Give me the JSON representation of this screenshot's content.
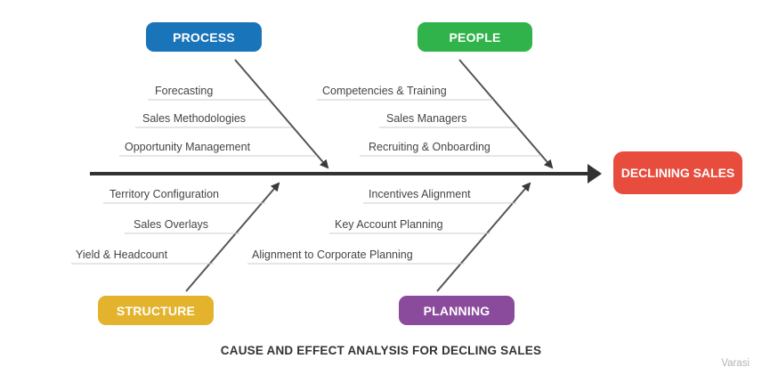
{
  "effect": {
    "label": "DECLINING SALES",
    "color": "#e84c3d"
  },
  "categories": {
    "process": {
      "label": "PROCESS",
      "color": "#1a74b9",
      "causes": [
        "Forecasting",
        "Sales Methodologies",
        "Opportunity Management"
      ]
    },
    "people": {
      "label": "PEOPLE",
      "color": "#2fb34a",
      "causes": [
        "Competencies & Training",
        "Sales Managers",
        "Recruiting & Onboarding"
      ]
    },
    "structure": {
      "label": "STRUCTURE",
      "color": "#e3b32d",
      "causes": [
        "Territory Configuration",
        "Sales Overlays",
        "Yield & Headcount"
      ]
    },
    "planning": {
      "label": "PLANNING",
      "color": "#8b4b9c",
      "causes": [
        "Incentives Alignment",
        "Key Account Planning",
        "Alignment to Corporate Planning"
      ]
    }
  },
  "caption": "CAUSE AND EFFECT ANALYSIS FOR DECLING SALES",
  "brand": "Varasi"
}
